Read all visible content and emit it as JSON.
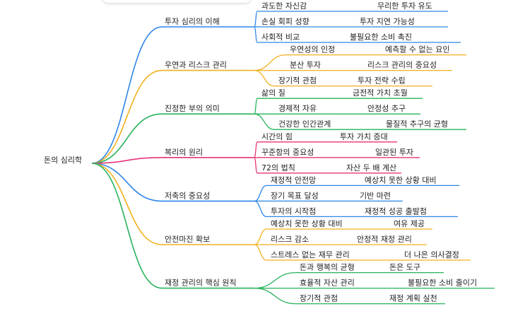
{
  "root": {
    "label": "돈의 심리학"
  },
  "branches": [
    {
      "label": "투자 심리의 이해",
      "color": "#2f86e9",
      "items": [
        {
          "label": "과도한 자신감",
          "detail": "무리한 투자 유도"
        },
        {
          "label": "손실 회피 성향",
          "detail": "투자 지연 가능성"
        },
        {
          "label": "사회적 비교",
          "detail": "불필요한 소비 촉진"
        }
      ]
    },
    {
      "label": "우연과 리스크 관리",
      "color": "#f2b01e",
      "items": [
        {
          "label": "우연성의 인정",
          "detail": "예측할 수 없는 요인"
        },
        {
          "label": "분산 투자",
          "detail": "리스크 관리의 중요성"
        },
        {
          "label": "장기적 관점",
          "detail": "투자 전략 수립"
        }
      ]
    },
    {
      "label": "진정한 부의 의미",
      "color": "#27b25a",
      "items": [
        {
          "label": "삶의 질",
          "detail": "금전적 가치 초월"
        },
        {
          "label": "경제적 자유",
          "detail": "안정성 추구"
        },
        {
          "label": "건강한 인간관계",
          "detail": "물질적 추구의 균형"
        }
      ]
    },
    {
      "label": "복리의 원리",
      "color": "#e8337a",
      "items": [
        {
          "label": "시간의 힘",
          "detail": "투자 가치 증대"
        },
        {
          "label": "꾸준함의 중요성",
          "detail": "일관된 투자"
        },
        {
          "label": "72의 법칙",
          "detail": "자산 두 배 계산"
        }
      ]
    },
    {
      "label": "저축의 중요성",
      "color": "#2f86e9",
      "items": [
        {
          "label": "재정적 안전망",
          "detail": "예상치 못한 상황 대비"
        },
        {
          "label": "장기 목표 달성",
          "detail": "기반 마련"
        },
        {
          "label": "투자의 시작점",
          "detail": "재정적 성공 출발점"
        }
      ]
    },
    {
      "label": "안전마진 확보",
      "color": "#f2b01e",
      "items": [
        {
          "label": "예상치 못한 상황 대비",
          "detail": "여유 제공"
        },
        {
          "label": "리스크 감소",
          "detail": "안정적 재정 관리"
        },
        {
          "label": "스트레스 없는 재무 관리",
          "detail": "더 나은 의사결정"
        }
      ]
    },
    {
      "label": "재정 관리의 핵심 원칙",
      "color": "#27b25a",
      "items": [
        {
          "label": "돈과 행복의 균형",
          "detail": "돈은 도구"
        },
        {
          "label": "효율적 자산 관리",
          "detail": "불필요한 소비 줄이기"
        },
        {
          "label": "장기적 관점",
          "detail": "재정 계획 실천"
        }
      ]
    }
  ]
}
